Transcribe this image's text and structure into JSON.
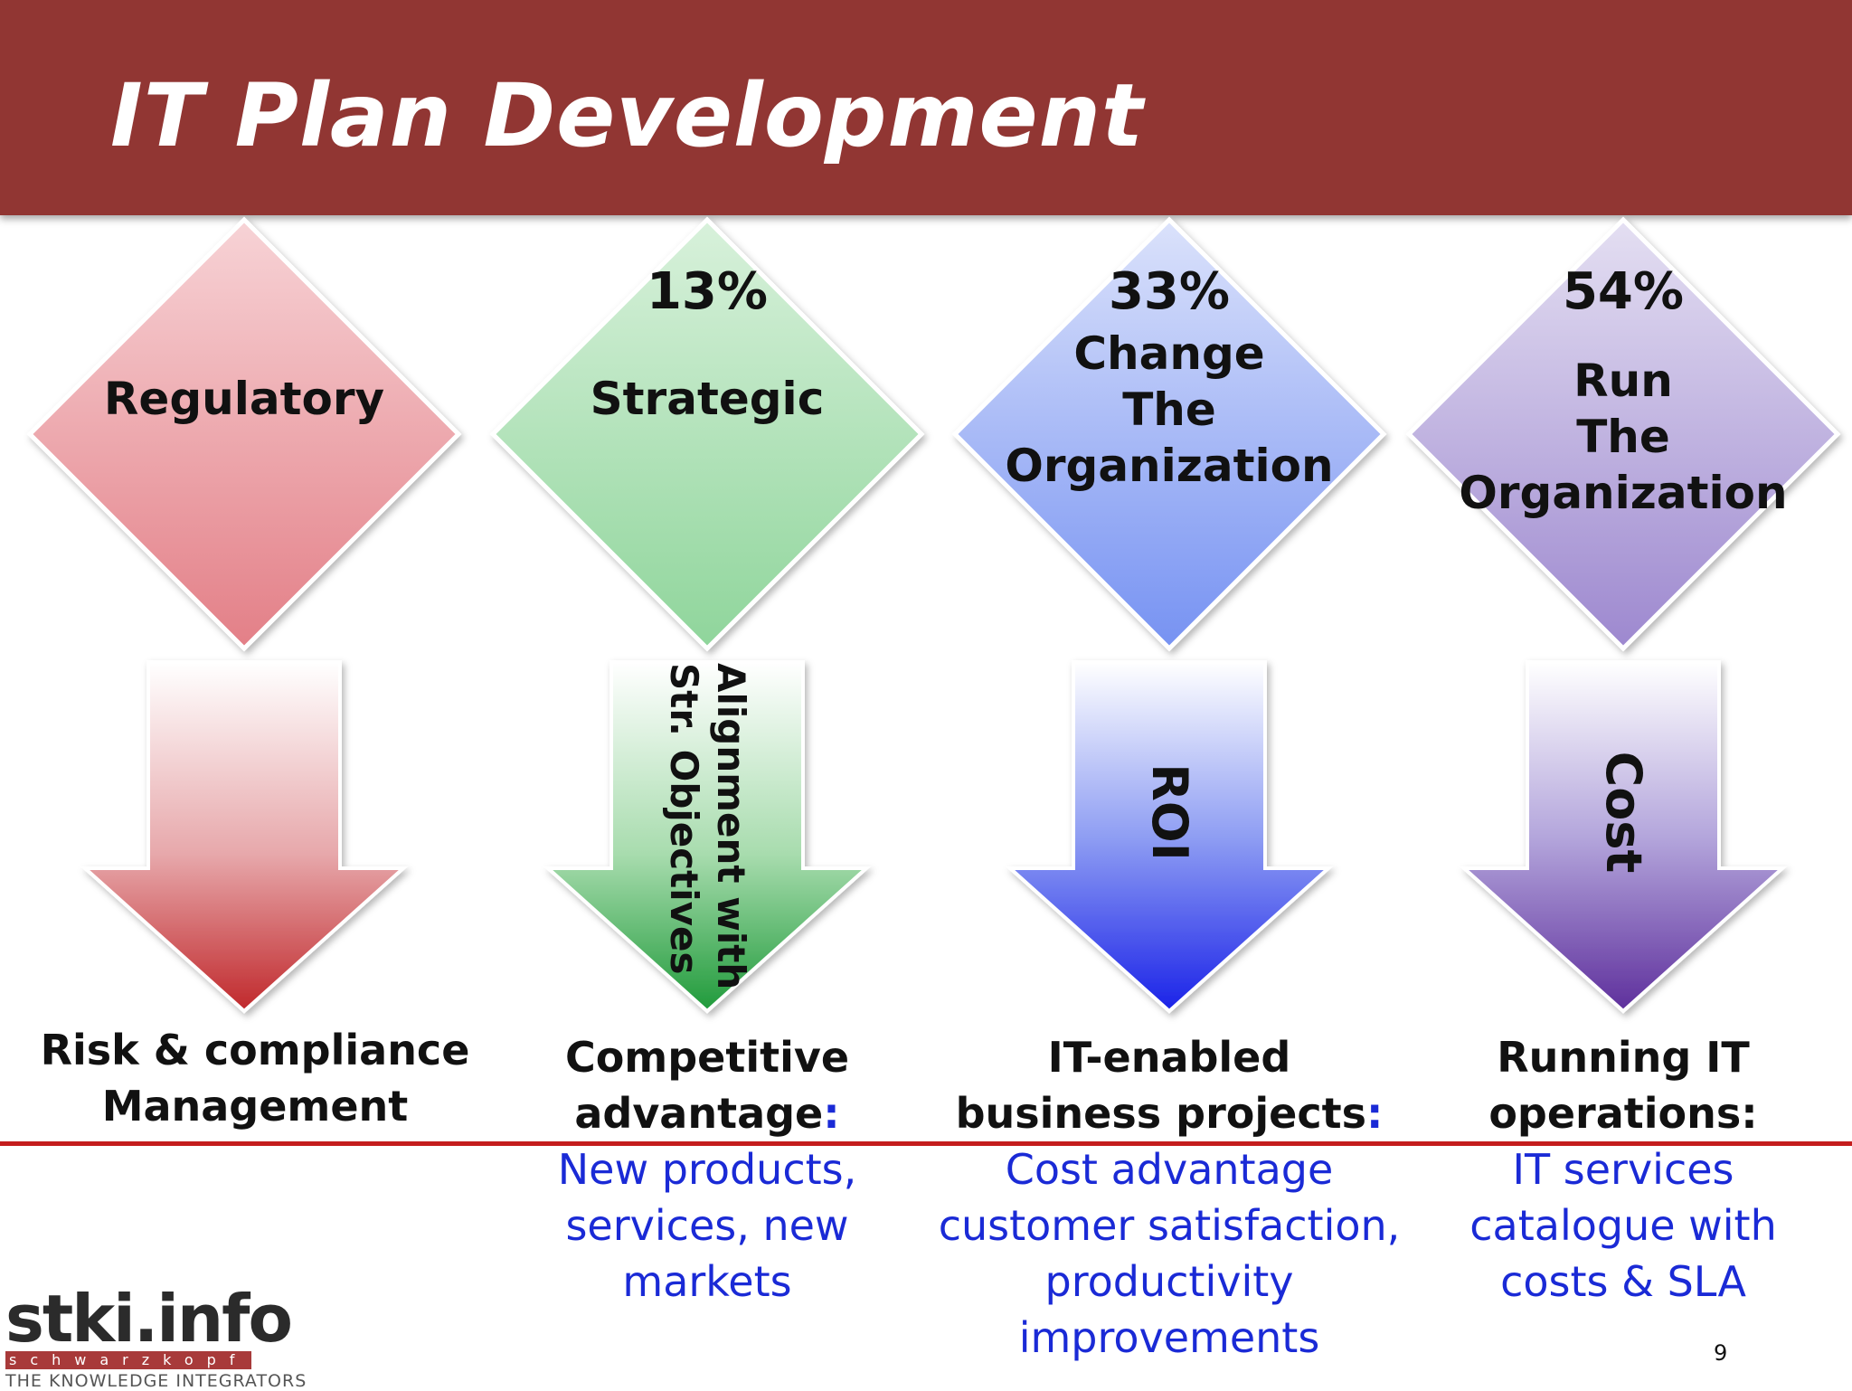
{
  "title": "IT Plan Development",
  "columns": [
    {
      "percent": "",
      "diamond_lines": [
        "Regulatory"
      ],
      "arrow_lines": [],
      "bottom_bold": [
        "Risk & compliance",
        "Management"
      ],
      "bottom_colon": "",
      "bottom_blue": [],
      "color": "#e07f86"
    },
    {
      "percent": "13%",
      "diamond_lines": [
        "Strategic"
      ],
      "arrow_lines": [
        "Alignment with",
        "Str. Objectives"
      ],
      "bottom_bold": [
        "Competitive",
        "advantage"
      ],
      "bottom_colon": ":",
      "bottom_blue": [
        "New products,",
        "services, new",
        "markets"
      ],
      "color": "#8fd39a"
    },
    {
      "percent": "33%",
      "diamond_lines": [
        "Change",
        "The",
        "Organization"
      ],
      "arrow_lines": [
        "ROI"
      ],
      "bottom_bold": [
        "IT-enabled",
        "business projects"
      ],
      "bottom_colon": ":",
      "bottom_blue": [
        "Cost advantage",
        "customer satisfaction,",
        "productivity",
        "improvements"
      ],
      "color": "#7f98f0"
    },
    {
      "percent": "54%",
      "diamond_lines": [
        "Run",
        "The",
        "Organization"
      ],
      "arrow_lines": [
        "Cost"
      ],
      "bottom_bold": [
        "Running IT",
        "operations:"
      ],
      "bottom_colon": "",
      "bottom_blue": [
        "IT services",
        "catalogue with",
        "costs & SLA"
      ],
      "color": "#a390d2"
    }
  ],
  "logo": {
    "main": "stki.info",
    "strip": "schwarzkopf",
    "sub": "THE KNOWLEDGE INTEGRATORS"
  },
  "page_number": "9"
}
